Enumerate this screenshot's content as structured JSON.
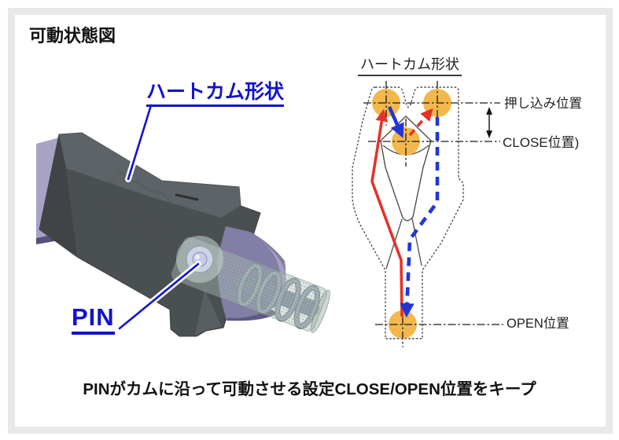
{
  "page": {
    "title": "可動状態図",
    "caption": "PINがカムに沿って可動させる設定CLOSE/OPEN位置をキープ"
  },
  "left_figure": {
    "cam_label": "ハートカム形状",
    "pin_label": "PIN"
  },
  "right_figure": {
    "title": "ハートカム形状",
    "labels": {
      "push": "押し込み位置",
      "close": "CLOSE位置)",
      "open": "OPEN位置"
    }
  },
  "colors": {
    "label_blue": "#1212cd",
    "arrow_blue": "#2236d6",
    "arrow_red": "#e5322a",
    "node_orange": "#f2b84c",
    "outline_gray": "#4f4f4f",
    "centerline_black": "#1a1a1a",
    "frame_gray": "#e8e8e8",
    "body_gray": "#4a4f52",
    "part_purple": "#837ea5"
  }
}
